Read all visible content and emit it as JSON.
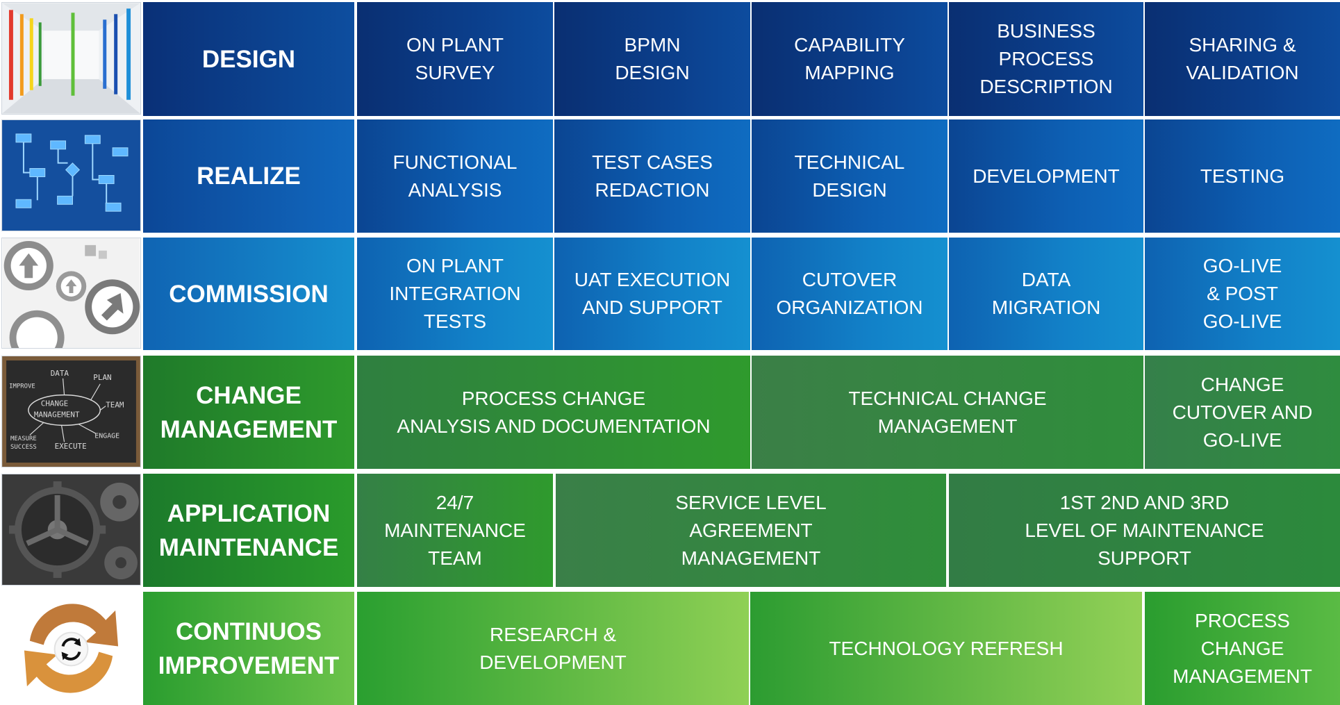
{
  "rows": [
    {
      "phase": "DESIGN",
      "thumb_icon": "colorful-columns-image",
      "cells": [
        "ON PLANT\nSURVEY",
        "BPMN\nDESIGN",
        "CAPABILITY\nMAPPING",
        "BUSINESS\nPROCESS\nDESCRIPTION",
        "SHARING &\nVALIDATION"
      ]
    },
    {
      "phase": "REALIZE",
      "thumb_icon": "blue-flowchart-image",
      "cells": [
        "FUNCTIONAL\nANALYSIS",
        "TEST CASES\nREDACTION",
        "TECHNICAL\nDESIGN",
        "DEVELOPMENT",
        "TESTING"
      ]
    },
    {
      "phase": "COMMISSION",
      "thumb_icon": "arrow-circles-image",
      "cells": [
        "ON PLANT\nINTEGRATION\nTESTS",
        "UAT EXECUTION\nAND SUPPORT",
        "CUTOVER\nORGANIZATION",
        "DATA\nMIGRATION",
        "GO-LIVE\n& POST\nGO-LIVE"
      ]
    },
    {
      "phase": "CHANGE\nMANAGEMENT",
      "thumb_icon": "chalkboard-image",
      "thumb_text": {
        "data": "DATA",
        "plan": "PLAN",
        "improve": "IMPROVE",
        "change": "CHANGE",
        "management": "MANAGEMENT",
        "team": "TEAM",
        "measure": "MEASURE",
        "success": "SUCCESS",
        "execute": "EXECUTE",
        "engage": "ENGAGE"
      },
      "cells": [
        "PROCESS CHANGE\nANALYSIS AND DOCUMENTATION",
        "TECHNICAL CHANGE\nMANAGEMENT",
        "CHANGE\nCUTOVER AND\nGO-LIVE"
      ]
    },
    {
      "phase": "APPLICATION\nMAINTENANCE",
      "thumb_icon": "gears-image",
      "cells": [
        "24/7\nMAINTENANCE\nTEAM",
        "SERVICE LEVEL\nAGREEMENT\nMANAGEMENT",
        "1ST 2ND AND 3RD\nLEVEL OF MAINTENANCE\nSUPPORT"
      ]
    },
    {
      "phase": "CONTINUOS\nIMPROVEMENT",
      "thumb_icon": "refresh-cycle-image",
      "cells": [
        "RESEARCH &\nDEVELOPMENT",
        "TECHNOLOGY REFRESH",
        "PROCESS\n   CHANGE\nMANAGEMENT"
      ]
    }
  ],
  "colors": {
    "design": "#0a2f72",
    "realize": "#0d5fb3",
    "commission": "#1281c8",
    "change_management": "#2e9a2c",
    "application_maintenance": "#2f8e3a",
    "continuous_improvement": "#6cc34a"
  }
}
